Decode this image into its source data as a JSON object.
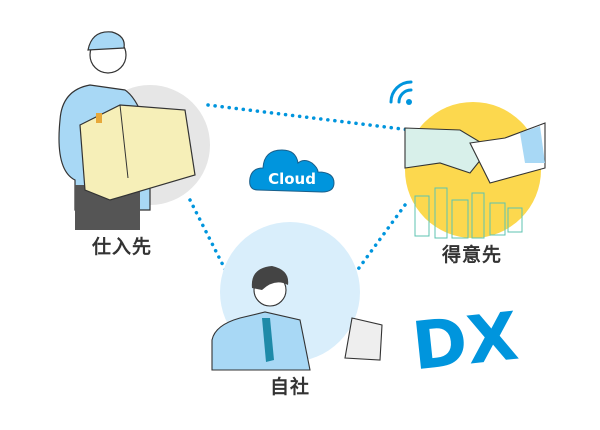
{
  "nodes": {
    "supplier": {
      "label": "仕入先"
    },
    "customer": {
      "label": "得意先"
    },
    "company": {
      "label": "自社"
    }
  },
  "cloud": {
    "label": "Cloud"
  },
  "dx": {
    "label": "DX"
  },
  "colors": {
    "accent": "#0095dd",
    "supplier_circle": "#e6e6e6",
    "customer_circle": "#fcd84e",
    "company_circle": "#d9eefb",
    "box": "#f6efb8"
  }
}
